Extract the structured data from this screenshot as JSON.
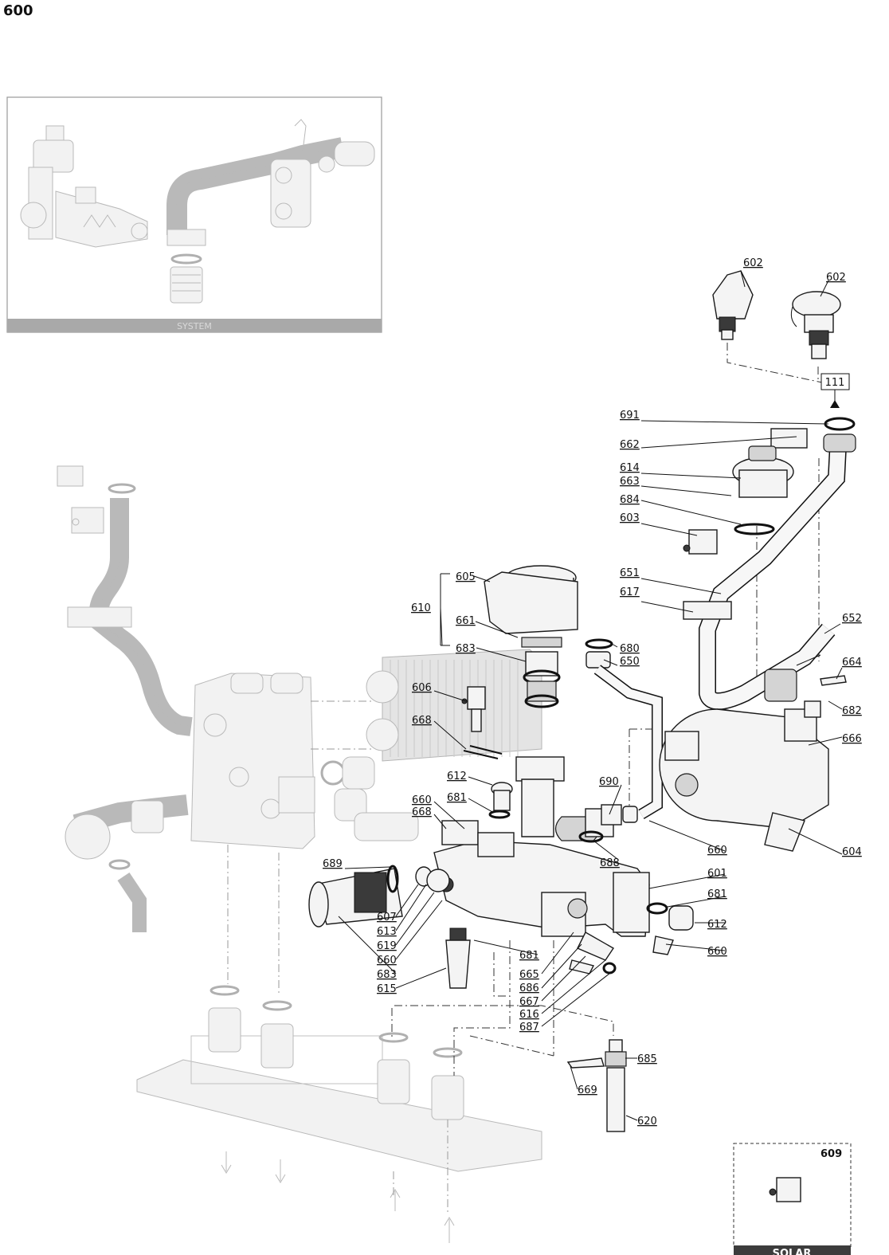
{
  "page": {
    "title": "600"
  },
  "inset_system": {
    "label": "SYSTEM"
  },
  "inset_solar": {
    "part_number": "609",
    "label": "SOLAR"
  },
  "ref_box": {
    "label": "111"
  },
  "callouts": {
    "c602a": "602",
    "c602b": "602",
    "c691": "691",
    "c662": "662",
    "c614": "614",
    "c663": "663",
    "c684": "684",
    "c603": "603",
    "c651": "651",
    "c617": "617",
    "c652": "652",
    "c664": "664",
    "c682": "682",
    "c666": "666",
    "c605": "605",
    "c610": "610",
    "c661": "661",
    "c683a": "683",
    "c680": "680",
    "c650": "650",
    "c606": "606",
    "c668a": "668",
    "c612a": "612",
    "c681a": "681",
    "c660a": "660",
    "c668b": "668",
    "c690": "690",
    "c660b": "660",
    "c688": "688",
    "c604": "604",
    "c689": "689",
    "c601": "601",
    "c681b": "681",
    "c612b": "612",
    "c660c": "660",
    "c607": "607",
    "c613": "613",
    "c619": "619",
    "c660d": "660",
    "c683b": "683",
    "c615": "615",
    "c681c": "681",
    "c665": "665",
    "c686": "686",
    "c667": "667",
    "c616": "616",
    "c687": "687",
    "c685": "685",
    "c669": "669",
    "c620": "620"
  }
}
